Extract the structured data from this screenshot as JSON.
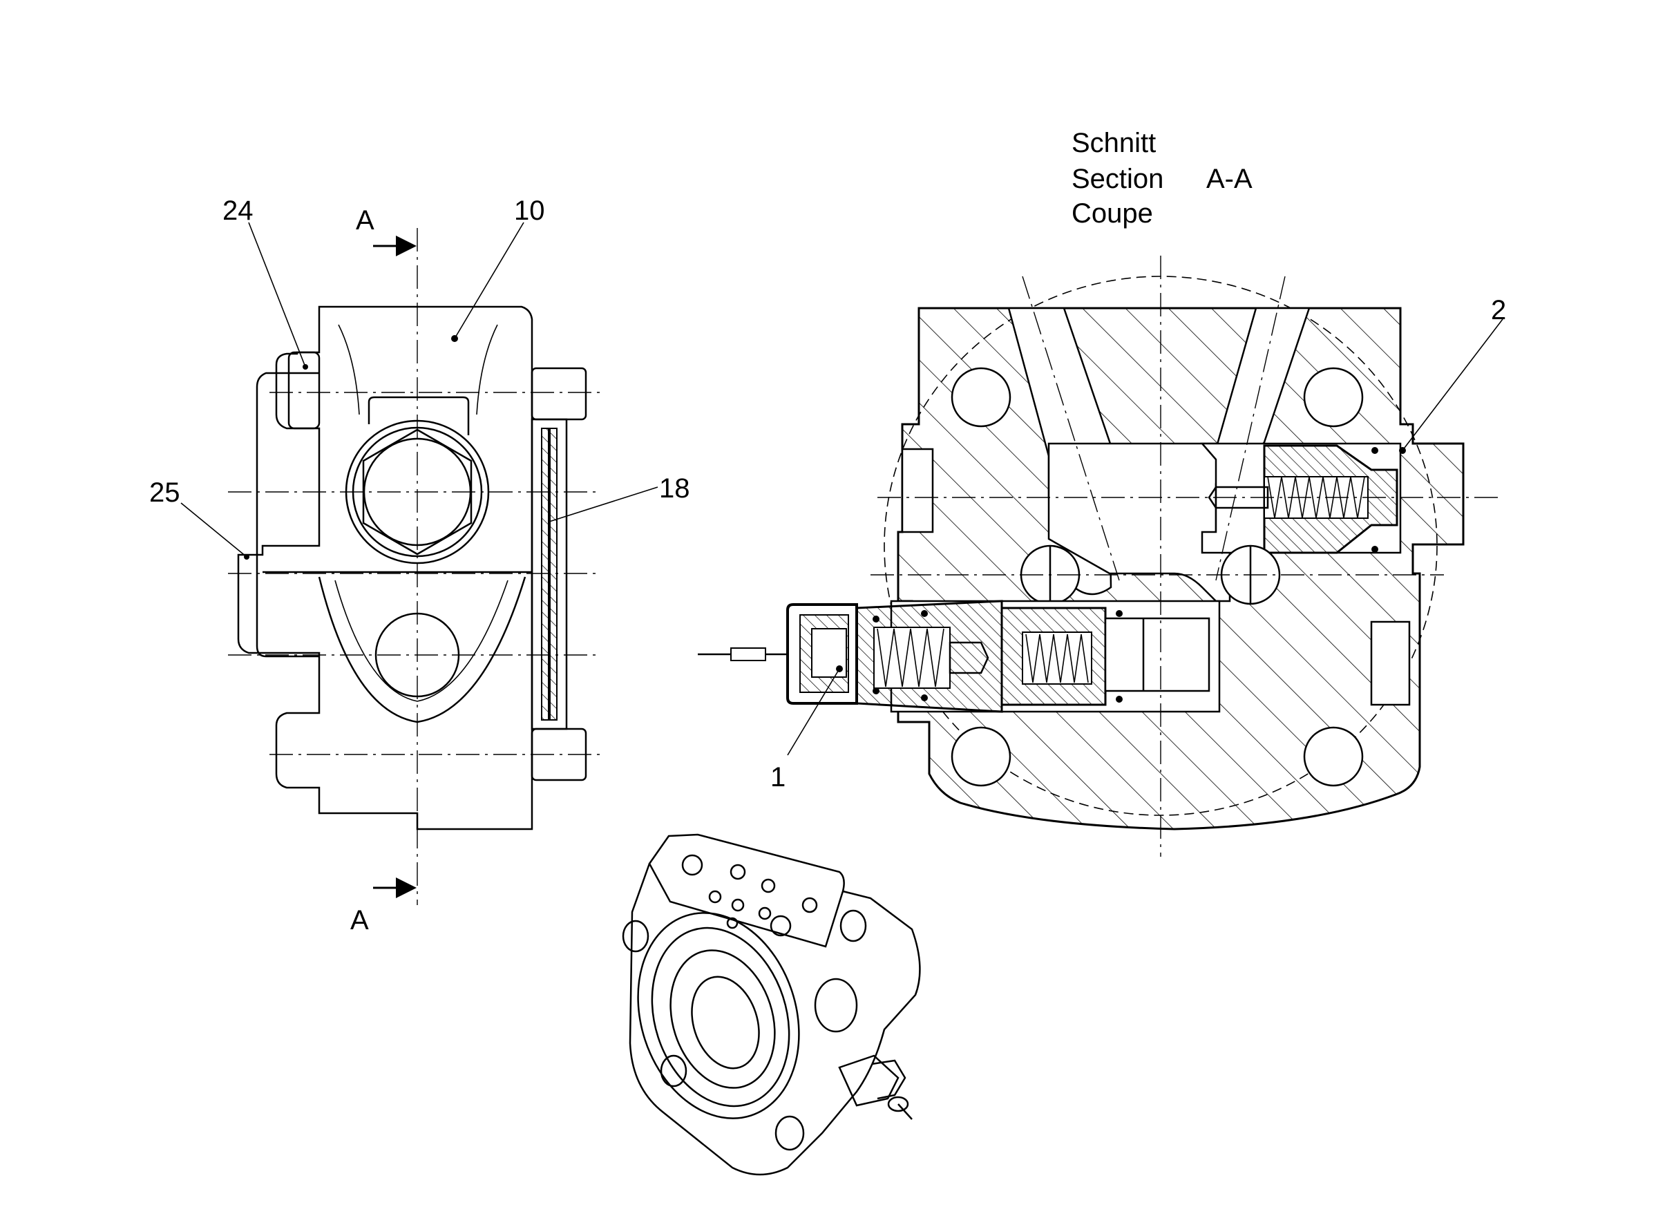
{
  "section_title": {
    "line1": "Schnitt",
    "line2": "Section",
    "line3": "Coupe",
    "designation": "A-A"
  },
  "section_markers": {
    "top": "A",
    "bottom": "A"
  },
  "callouts": {
    "c24": "24",
    "c10": "10",
    "c25": "25",
    "c18": "18",
    "c2": "2",
    "c1": "1"
  }
}
